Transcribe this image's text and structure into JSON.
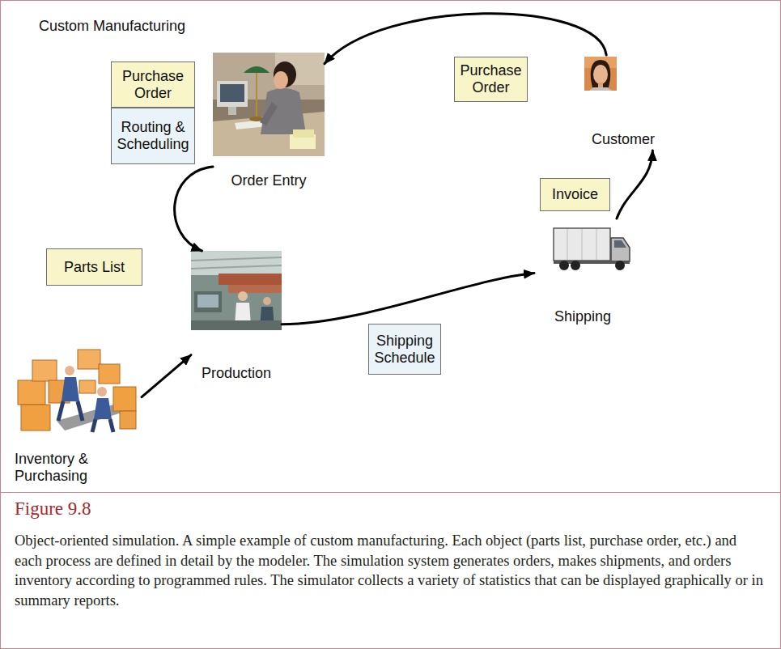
{
  "diagram": {
    "title": "Custom Manufacturing",
    "caption": "Object-oriented simulation. A simple example of custom manufacturing. Each object (parts list, purchase order, etc.) and each process are defined in detail by the modeler. The simulation system generates orders, makes shipments, and orders inventory according to programmed rules. The simulator collects a variety of statistics that can be displayed graphically or in summary reports.",
    "nodes": [
      {
        "text": [
          "Purchase Order"
        ]
      },
      {
        "text": [
          "Routing & Scheduling"
        ]
      },
      {
        "text": [
          "Order Entry"
        ]
      },
      {
        "text": [
          "Purchase Order"
        ]
      },
      {
        "text": [
          "Customer"
        ]
      },
      {
        "text": [
          "Invoice"
        ]
      },
      {
        "text": [
          "Parts List"
        ]
      },
      {
        "text": [
          "Production"
        ]
      },
      {
        "text": [
          "Shipping"
        ]
      },
      {
        "text": [
          "Shipping Schedule"
        ]
      },
      {
        "text": [
          "Inventory & Purchasing"
        ]
      }
    ],
    "edges": [
      {
        "from": 4,
        "to": 2,
        "arrow": "to"
      },
      {
        "from": 2,
        "to": 7,
        "arrow": "to"
      },
      {
        "from": 10,
        "to": 7,
        "arrow": "to"
      },
      {
        "from": 7,
        "to": 8,
        "arrow": "to"
      },
      {
        "from": 8,
        "to": 4,
        "arrow": "to"
      }
    ],
    "labels": [
      "Figure 9.8"
    ]
  }
}
